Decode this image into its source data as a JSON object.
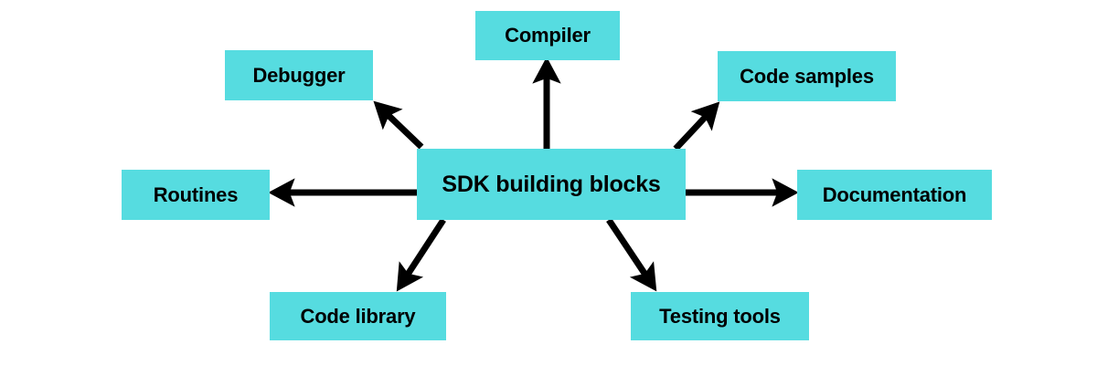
{
  "diagram": {
    "title_node": "SDK building blocks",
    "colors": {
      "node_fill": "#56DCE0",
      "node_text": "#000000",
      "arrow": "#000000",
      "background": "#FFFFFF"
    },
    "center": {
      "id": "sdk-building-blocks",
      "label": "SDK building blocks"
    },
    "nodes": [
      {
        "id": "compiler",
        "label": "Compiler",
        "direction": "up"
      },
      {
        "id": "debugger",
        "label": "Debugger",
        "direction": "up-left"
      },
      {
        "id": "code-samples",
        "label": "Code samples",
        "direction": "up-right"
      },
      {
        "id": "routines",
        "label": "Routines",
        "direction": "left"
      },
      {
        "id": "documentation",
        "label": "Documentation",
        "direction": "right"
      },
      {
        "id": "code-library",
        "label": "Code library",
        "direction": "down-left"
      },
      {
        "id": "testing-tools",
        "label": "Testing tools",
        "direction": "down-right"
      }
    ],
    "edges": [
      {
        "from": "sdk-building-blocks",
        "to": "compiler",
        "arrow": "single"
      },
      {
        "from": "sdk-building-blocks",
        "to": "debugger",
        "arrow": "single"
      },
      {
        "from": "sdk-building-blocks",
        "to": "code-samples",
        "arrow": "single"
      },
      {
        "from": "sdk-building-blocks",
        "to": "routines",
        "arrow": "single"
      },
      {
        "from": "sdk-building-blocks",
        "to": "documentation",
        "arrow": "single"
      },
      {
        "from": "sdk-building-blocks",
        "to": "code-library",
        "arrow": "single"
      },
      {
        "from": "sdk-building-blocks",
        "to": "testing-tools",
        "arrow": "single"
      }
    ]
  }
}
